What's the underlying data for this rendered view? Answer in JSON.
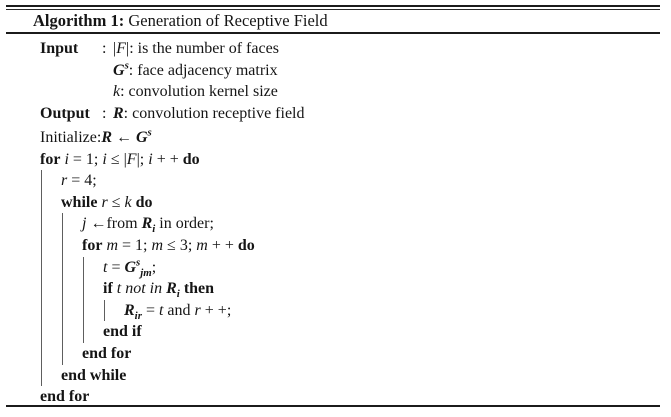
{
  "document": {
    "kind": "algorithm-float",
    "title_label": "Algorithm 1:",
    "title_caption": "Generation of Receptive Field",
    "text_color": "#151515",
    "rule_color": "#1b1b1b",
    "guide_color": "#5e5e5e",
    "background_color": "#ffffff"
  },
  "io": {
    "rows": [
      {
        "key": "Input",
        "sep": ":",
        "value_plain": "|F|: is the number of faces"
      },
      {
        "key": "",
        "sep": "",
        "value_plain": "G^s: face adjacency matrix"
      },
      {
        "key": "",
        "sep": "",
        "value_plain": "k: convolution kernel size"
      },
      {
        "key": "Output",
        "sep": ":",
        "value_plain": "R: convolution receptive field"
      }
    ],
    "input_label": "Input",
    "output_label": "Output",
    "colon": ":",
    "input_lines": [
      "|F|: is the number of faces",
      "G^s: face adjacency matrix",
      "k: convolution kernel size"
    ],
    "output_line": "R: convolution receptive field"
  },
  "body": {
    "lines": [
      {
        "n": 1,
        "indent": 0,
        "text": "Initialize:R ← G^s"
      },
      {
        "n": 2,
        "indent": 0,
        "text": "for i = 1; i ≤ |F|; i + + do"
      },
      {
        "n": 3,
        "indent": 1,
        "text": "r = 4;"
      },
      {
        "n": 4,
        "indent": 1,
        "text": "while r ≤ k do"
      },
      {
        "n": 5,
        "indent": 2,
        "text": "j ←from R_i in order;"
      },
      {
        "n": 6,
        "indent": 2,
        "text": "for m = 1; m ≤ 3; m + + do"
      },
      {
        "n": 7,
        "indent": 3,
        "text": "t = G^s_jm;"
      },
      {
        "n": 8,
        "indent": 3,
        "text": "if t not in R_i then"
      },
      {
        "n": 9,
        "indent": 4,
        "text": "R_ir = t and r + +;"
      },
      {
        "n": 10,
        "indent": 3,
        "text": "end if"
      },
      {
        "n": 11,
        "indent": 2,
        "text": "end for"
      },
      {
        "n": 12,
        "indent": 1,
        "text": "end while"
      },
      {
        "n": 13,
        "indent": 0,
        "text": "end for"
      }
    ],
    "keywords": [
      "for",
      "do",
      "while",
      "if",
      "then",
      "end if",
      "end for",
      "end while"
    ],
    "variables": [
      "F",
      "G",
      "k",
      "R",
      "i",
      "j",
      "m",
      "r",
      "t",
      "s"
    ],
    "initialize_label": "Initialize:"
  }
}
